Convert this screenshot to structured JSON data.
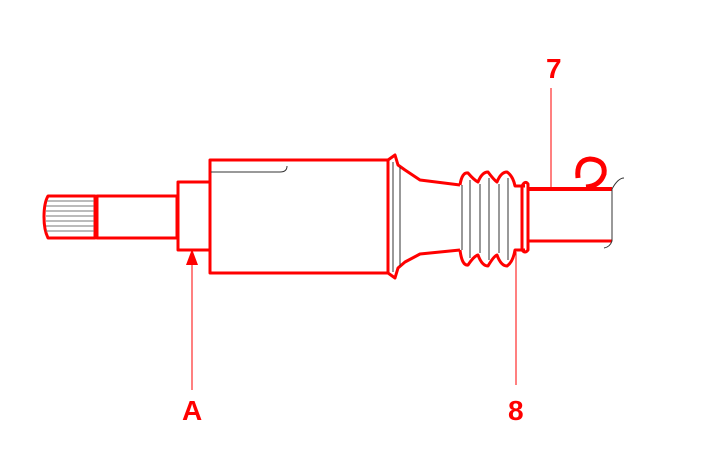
{
  "diagram": {
    "labels": {
      "part_7": "7",
      "part_8": "8",
      "point_a": "A"
    },
    "colors": {
      "highlight": "#ff0000",
      "outline": "#333333",
      "background": "#ffffff"
    }
  }
}
